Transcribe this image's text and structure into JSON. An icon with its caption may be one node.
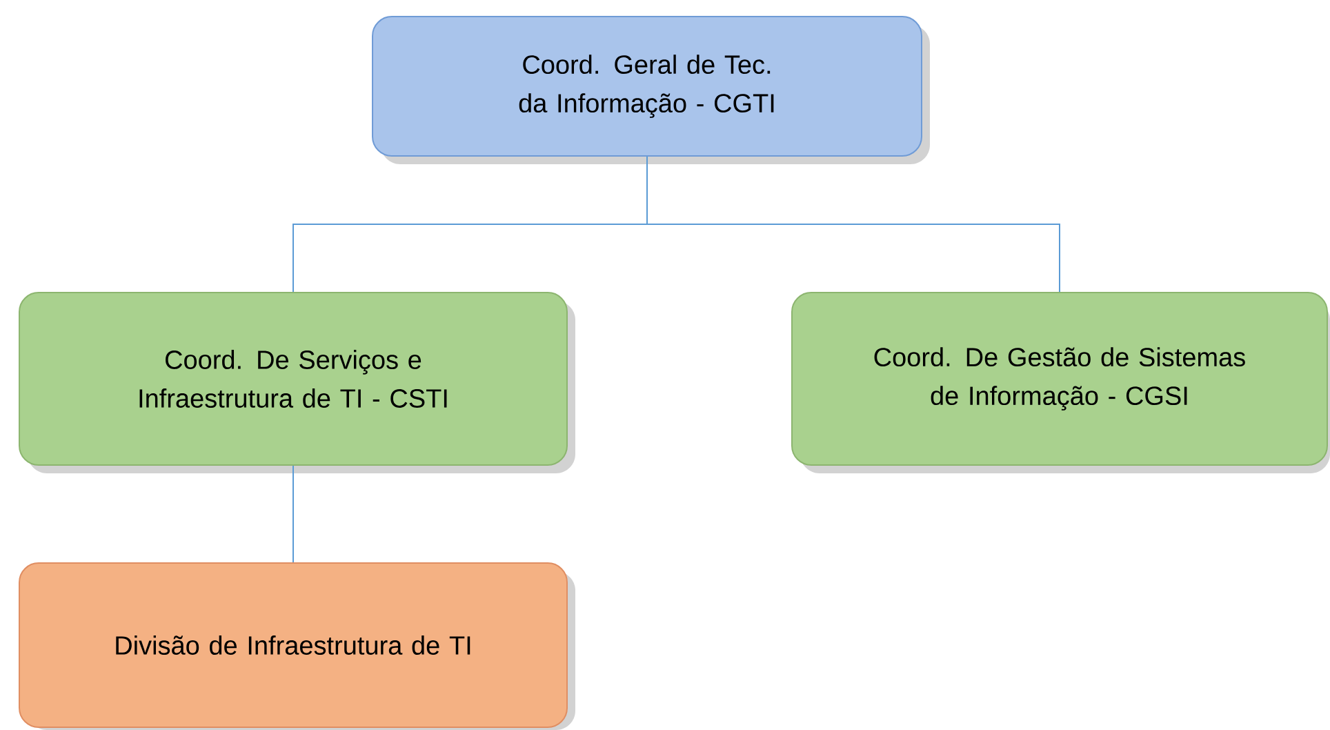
{
  "diagram": {
    "nodes": [
      {
        "text": [
          "Coord. Geral de Tec. da Informação - CGTI"
        ]
      },
      {
        "text": [
          "Coord. De Serviços e Infraestrutura de TI - CSTI"
        ]
      },
      {
        "text": [
          "Coord. De Gestão de Sistemas de Informação - CGSI"
        ]
      },
      {
        "text": [
          "Divisão de Infraestrutura de TI"
        ]
      }
    ],
    "edges": [
      {
        "from": 0,
        "to": 1,
        "arrow": "none"
      },
      {
        "from": 0,
        "to": 2,
        "arrow": "none"
      },
      {
        "from": 1,
        "to": 3,
        "arrow": "none"
      }
    ]
  }
}
